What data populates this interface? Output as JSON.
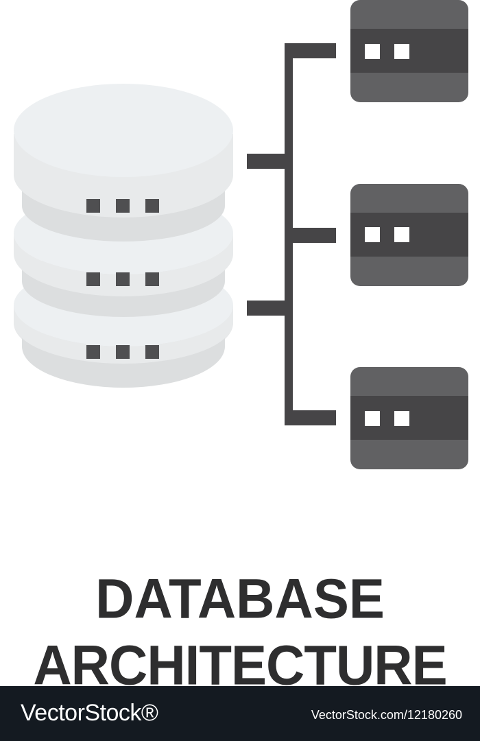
{
  "title": {
    "line1": "DATABASE",
    "line2": "ARCHITECTURE"
  },
  "footer": {
    "brand": "VectorStock®",
    "id": "VectorStock.com/12180260"
  },
  "icons": {
    "database": "database-stack-icon",
    "connector": "network-tree-icon",
    "server": "server-block-icon"
  },
  "colors": {
    "disk_top": "#edf0f2",
    "disk_side": "#dcdedf",
    "disk_rim": "#e6e7e8",
    "dots": "#4f4f51",
    "server_light": "#616163",
    "server_dark": "#464547",
    "server_led": "#ffffff",
    "connector": "#464547",
    "title": "#2e2e2f",
    "footer_bg": "#141a21",
    "footer_text": "#ffffff"
  }
}
